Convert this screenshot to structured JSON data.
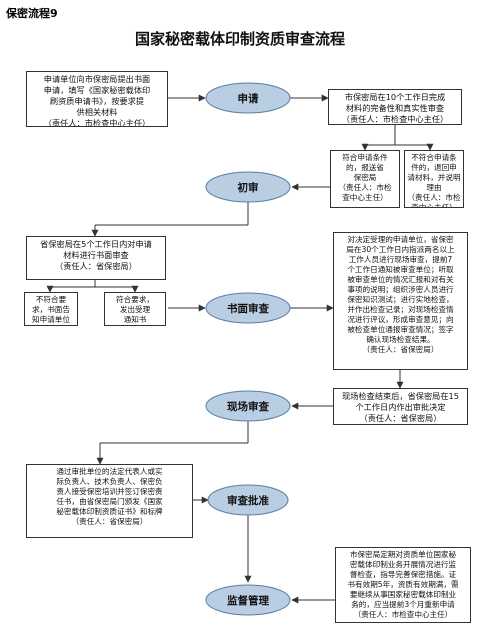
{
  "header": {
    "label": "保密流程9",
    "title": "国家秘密载体印制资质审查流程"
  },
  "stages": {
    "apply": "申请",
    "initial": "初审",
    "document": "书面审查",
    "onsite": "现场审查",
    "approval": "审查批准",
    "supervision": "监督管理"
  },
  "boxes": {
    "apply_left": "申请单位向市保密局提出书面\n申请，填写《国家秘密载体印\n刷资质申请书》，按要求提\n供相关材料\n（责任人：市检查中心主任）",
    "apply_right": "市保密局在10个工作日完成\n材料的完备性和真实性审查\n（责任人：市检查中心主任）",
    "initial_pass": "符合申请条件\n的，报送省\n保密局\n（责任人：市检\n查中心主任）",
    "initial_fail": "不符合申请条\n件的，退回申\n请材料，并说明\n理由\n（责任人：市检\n查中心主任）",
    "document_left": "省保密局在5个工作日内对申请\n材料进行书面审查\n（责任人：省保密局）",
    "document_fail": "不符合要\n求，书面告\n知申请单位",
    "document_pass": "符合要求，\n发出受理\n通知书",
    "document_right": "对决定受理的申请单位，省保密\n局在30个工作日内指派两名以上\n工作人员进行现场审查，提前7\n个工作日通知被审查单位；听取\n被审查单位的情况汇报和对有关\n事项的说明；组织涉密人员进行\n保密知识测试；进行实地检查，\n并作出检查记录；对现场检查情\n况进行评议，形成审查意见；向\n被检查单位通报审查情况；签字\n确认现场检查结果。\n（责任人：省保密局）",
    "onsite_right": "现场检查结束后，省保密局在15\n个工作日内作出审批决定\n（责任人：省保密局）",
    "approval_left": "通过审批单位的法定代表人或实\n际负责人、技术负责人、保密负\n责人接受保密培训并签订保密责\n任书，由省保密局门颁发《国家\n秘密载体印制资质证书》和标牌\n（责任人：省保密局）",
    "supervision_right": "市保密局定期对资质单位国家秘\n密载体印制业务开展情况进行监\n督检查，指导完善保密措施。证\n书有效期5年，资质有效期满，需\n要继续从事国家秘密载体印制业\n务的，应当提前3个月重新申请\n（责任人：市检查中心主任）"
  },
  "colors": {
    "stage_fill": "#b9cde3",
    "stage_stroke": "#5a7ea3",
    "arrow": "#333333"
  }
}
